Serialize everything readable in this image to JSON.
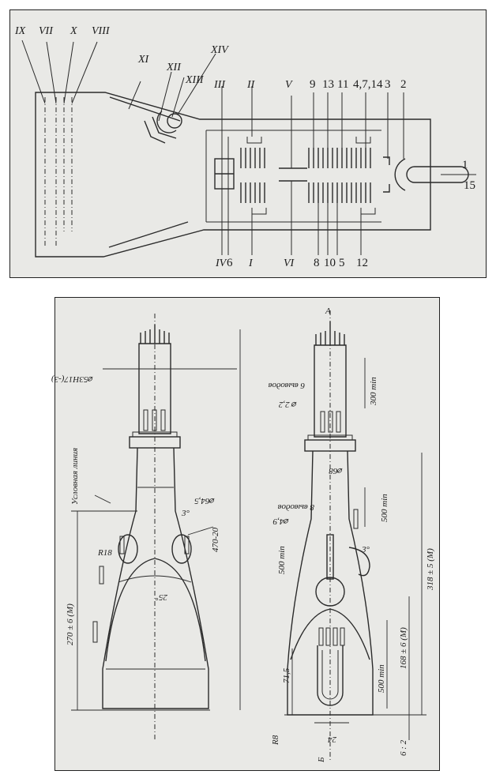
{
  "top_diagram": {
    "roman_labels": {
      "ix": "IX",
      "vii": "VII",
      "x": "X",
      "viii": "VIII",
      "xi": "XI",
      "xii": "XII",
      "xiii": "XIII",
      "xiv": "XIV",
      "iii": "III",
      "ii": "II",
      "v": "V",
      "iv": "IV",
      "i": "I",
      "vi": "VI"
    },
    "numeric_labels_top": [
      "9",
      "13",
      "11",
      "4,7,14",
      "3",
      "2"
    ],
    "numeric_labels_bottom": [
      "6",
      "8",
      "10",
      "5",
      "12"
    ],
    "numeric_labels_right": [
      "1",
      "15"
    ]
  },
  "bottom_drawing": {
    "left_view": {
      "dia_53": "⌀53Н17(-3)",
      "cond_line": "Условная линия",
      "dia_64_5": "⌀64,5",
      "angle_3": "3°",
      "len_470": "470-20",
      "r18": "R18",
      "angle_25": "25°",
      "len_270": "270 ± 6 (М)"
    },
    "right_view": {
      "a": "А",
      "len_300": "300 min",
      "outputs_6": "6 выводов",
      "dia_2_2": "⌀ 2,2",
      "dia_68": "⌀68",
      "len_500a": "500 min",
      "outputs_8": "8 выводов",
      "dia_4_9": "⌀4,9",
      "angle_3": "3°",
      "len_500b": "500 min",
      "len_318": "318 ± 5 (М)",
      "len_168": "168 ± 6 (М)",
      "len_500c": "500 min",
      "len_71_5": "71,5",
      "r8": "R8",
      "dim_24": "24",
      "dim_6_2": "6 : 2",
      "b": "Б"
    }
  }
}
